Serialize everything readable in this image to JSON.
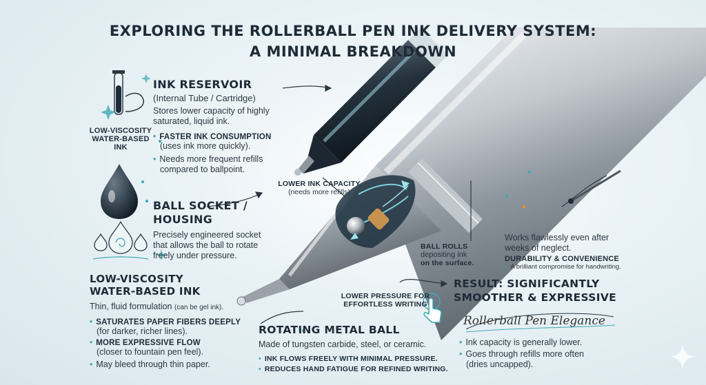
{
  "title": {
    "line1": "EXPLORING THE ROLLERBALL PEN INK DELIVERY SYSTEM:",
    "line2": "A MINIMAL BREAKDOWN"
  },
  "reservoir": {
    "heading": "INK RESERVOIR",
    "subheading": "(Internal Tube / Cartridge)",
    "desc1": "Stores lower capacity of highly",
    "desc2": "saturated, liquid ink.",
    "bullet1_bold": "FASTER INK CONSUMPTION",
    "bullet1_note": "(uses ink more quickly).",
    "bullet2_1": "Needs more frequent refills",
    "bullet2_2": "compared to ballpoint."
  },
  "ink_side_label": {
    "line1": "LOW-VISCOSITY",
    "line2": "WATER-BASED",
    "line3": "INK"
  },
  "socket": {
    "heading1": "BALL SOCKET /",
    "heading2": "HOUSING",
    "desc1": "Precisely engineered socket",
    "desc2": "that allows the ball to rotate",
    "desc3": "freely under pressure."
  },
  "ink": {
    "heading1": "LOW-VISCOSITY",
    "heading2": "WATER-BASED INK",
    "desc_main": "Thin, fluid formulation",
    "desc_small": "(can be gel ink).",
    "bullet1_bold": "SATURATES PAPER FIBERS DEEPLY",
    "bullet1_note": "(for darker, richer lines).",
    "bullet2_bold": "MORE EXPRESSIVE FLOW",
    "bullet2_note": "(closer to fountain pen feel).",
    "bullet3": "May bleed through thin paper."
  },
  "capacity_label": {
    "line1": "LOWER INK CAPACITY",
    "line2": "(needs more refills)"
  },
  "ball_rolls": {
    "line1": "BALL ROLLS",
    "line2": "depositing ink",
    "line3": "on the surface."
  },
  "pressure_label": {
    "line1": "LOWER PRESSURE FOR",
    "line2": "EFFORTLESS WRITING"
  },
  "metal_ball": {
    "heading": "ROTATING METAL BALL",
    "desc": "Made of tungsten carbide, steel, or ceramic.",
    "bullet1": "INK FLOWS FREELY WITH MINIMAL PRESSURE.",
    "bullet2": "REDUCES HAND FATIGUE FOR REFINED WRITING."
  },
  "durability": {
    "desc1": "Works flawlessly even after",
    "desc2": "weeks of neglect.",
    "heading": "DURABILITY & CONVENIENCE",
    "note": "A brilliant compromise for handwriting."
  },
  "result": {
    "heading1": "RESULT: SIGNIFICANTLY",
    "heading2": "SMOOTHER & EXPRESSIVE",
    "script": "Rollerball Pen Elegance",
    "bullet1": "Ink capacity is generally lower.",
    "bullet2": "Goes through refills more often",
    "bullet2_note": "(dries uncapped)."
  },
  "colors": {
    "accent": "#3fa9b5",
    "text": "#1e2b36",
    "ink": "#1c2a3a"
  }
}
